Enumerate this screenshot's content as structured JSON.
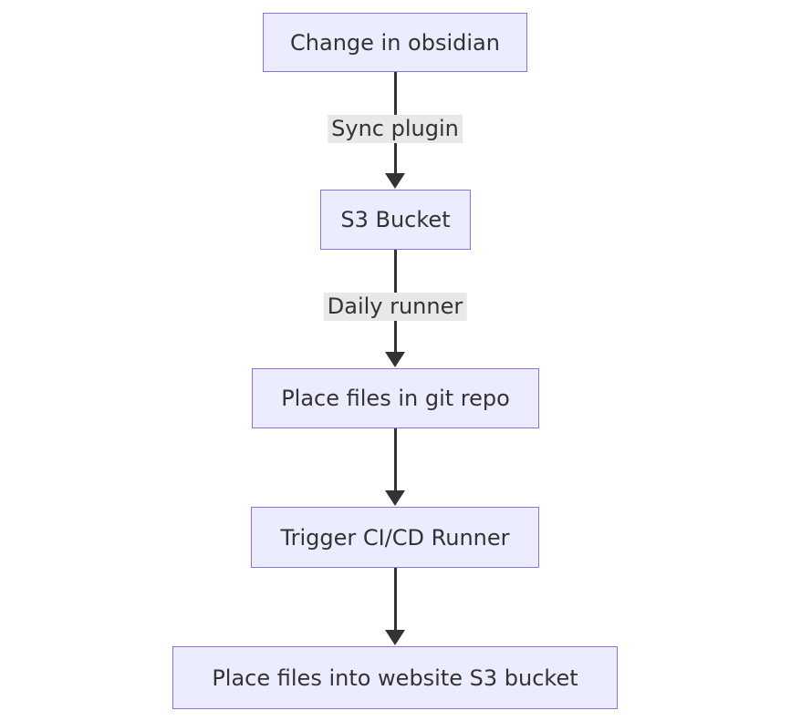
{
  "diagram": {
    "type": "flowchart",
    "direction": "top-down",
    "colors": {
      "node_fill": "#ECECFF",
      "node_border": "#9370DB",
      "text": "#333333",
      "edge": "#333333",
      "edge_label_bg": "#e8e8e8",
      "background": "#ffffff"
    },
    "nodes": [
      {
        "id": "obsidian",
        "label": "Change in obsidian"
      },
      {
        "id": "s3",
        "label": "S3 Bucket"
      },
      {
        "id": "git",
        "label": "Place files in git repo"
      },
      {
        "id": "cicd",
        "label": "Trigger CI/CD Runner"
      },
      {
        "id": "website",
        "label": "Place files into website S3 bucket"
      }
    ],
    "edges": [
      {
        "from": "obsidian",
        "to": "s3",
        "label": "Sync plugin"
      },
      {
        "from": "s3",
        "to": "git",
        "label": "Daily runner"
      },
      {
        "from": "git",
        "to": "cicd",
        "label": ""
      },
      {
        "from": "cicd",
        "to": "website",
        "label": ""
      }
    ]
  }
}
